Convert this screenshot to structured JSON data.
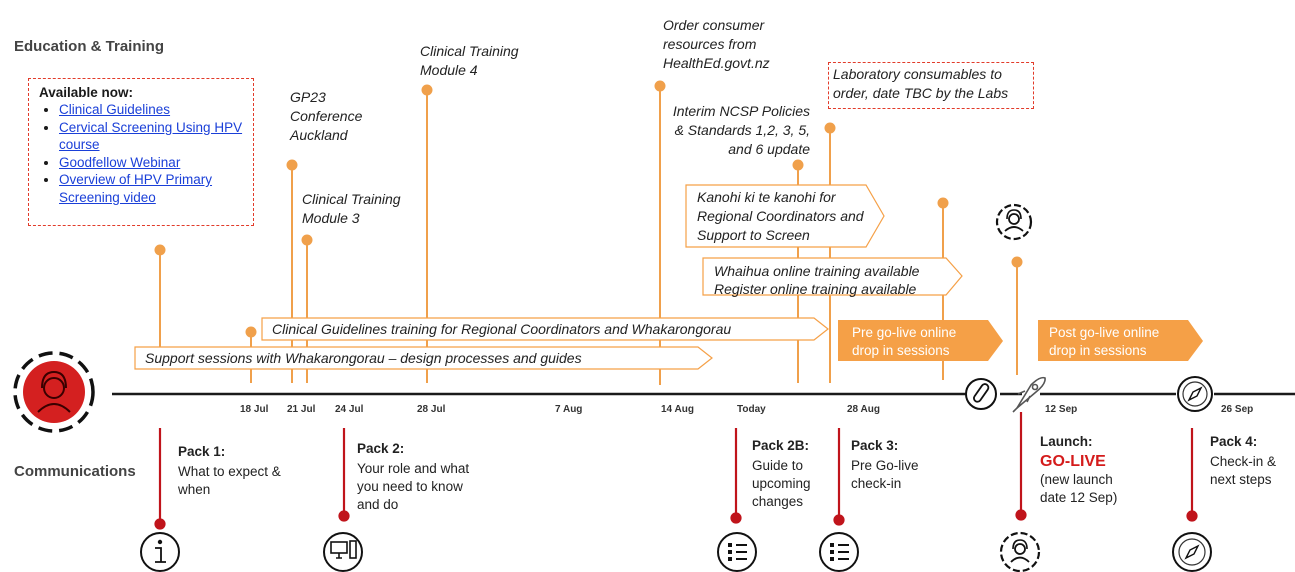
{
  "sections": {
    "education": "Education & Training",
    "communications": "Communications"
  },
  "available": {
    "heading": "Available now:",
    "links": [
      "Clinical Guidelines",
      "Cervical Screening Using HPV course",
      "Goodfellow Webinar",
      "Overview of HPV Primary Screening video"
    ]
  },
  "events": {
    "gp23": "GP23 Conference Auckland",
    "ctm3": "Clinical Training Module 3",
    "ctm4": "Clinical Training Module 4",
    "order": "Order consumer resources from HealthEd.govt.nz",
    "policies": "Interim NCSP Policies & Standards 1,2, 3, 5, and 6 update",
    "lab": "Laboratory consumables to order, date TBC by the Labs"
  },
  "banners": {
    "kanohi": "Kanohi ki te kanohi for Regional Coordinators and Support to Screen",
    "whaihua": "Whaihua online training available Register online training available",
    "clinical": "Clinical Guidelines training for Regional Coordinators and Whakarongorau",
    "support": "Support sessions with Whakarongorau – design processes and guides",
    "pre": "Pre go-live online drop in sessions",
    "post": "Post go-live online drop in sessions"
  },
  "dates": [
    "18 Jul",
    "21 Jul",
    "24 Jul",
    "28 Jul",
    "7 Aug",
    "14 Aug",
    "Today",
    "28 Aug",
    "12 Sep",
    "26 Sep"
  ],
  "packs": {
    "p1": {
      "title": "Pack  1:",
      "body": "What to expect & when"
    },
    "p2": {
      "title": "Pack 2:",
      "body": "Your role and what you need to know and do"
    },
    "p2b": {
      "title": "Pack 2B:",
      "body": "Guide to upcoming changes"
    },
    "p3": {
      "title": "Pack 3:",
      "body": "Pre Go-live check-in"
    },
    "launch": {
      "title": "Launch:",
      "highlight": "GO-LIVE",
      "body": "(new launch date 12 Sep)"
    },
    "p4": {
      "title": "Pack 4:",
      "body": "Check-in & next steps"
    }
  },
  "colors": {
    "orange": "#f0a04b",
    "orange_banner": "#f5a047",
    "red": "#c0141b",
    "link": "#1a3fd8",
    "dashed": "#e23b2a"
  },
  "icons": [
    "headset-person-icon",
    "info-icon",
    "computer-icon",
    "list-icon",
    "test-tube-icon",
    "rocket-icon",
    "compass-icon",
    "support-person-icon"
  ]
}
